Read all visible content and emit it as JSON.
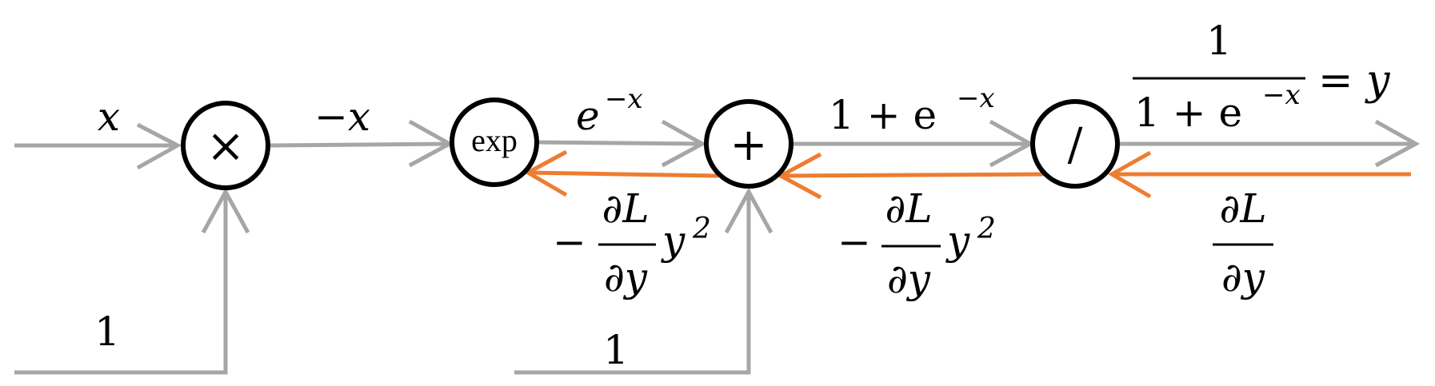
{
  "nodes": {
    "multiply": "×",
    "exp": "exp",
    "add": "+",
    "divide": "/"
  },
  "forward_labels": {
    "input_x": "x",
    "input_one_a": "1",
    "neg_x": "−x",
    "exp_base": "e",
    "exp_sup": "−x",
    "sum_prefix": "1 + e",
    "sum_sup": "−x",
    "input_one_b": "1",
    "out_num": "1",
    "out_den_prefix": "1 + e",
    "out_den_sup": "−x",
    "out_eq": "= y"
  },
  "backward_labels": {
    "grad_num": "∂L",
    "grad_den": "∂y",
    "neg_sign": "−",
    "y_sq_base": "y",
    "y_sq_sup": "2"
  },
  "colors": {
    "forward_arrow": "#a6a6a6",
    "backward_arrow": "#ed7d31",
    "node_outline": "#000000"
  }
}
